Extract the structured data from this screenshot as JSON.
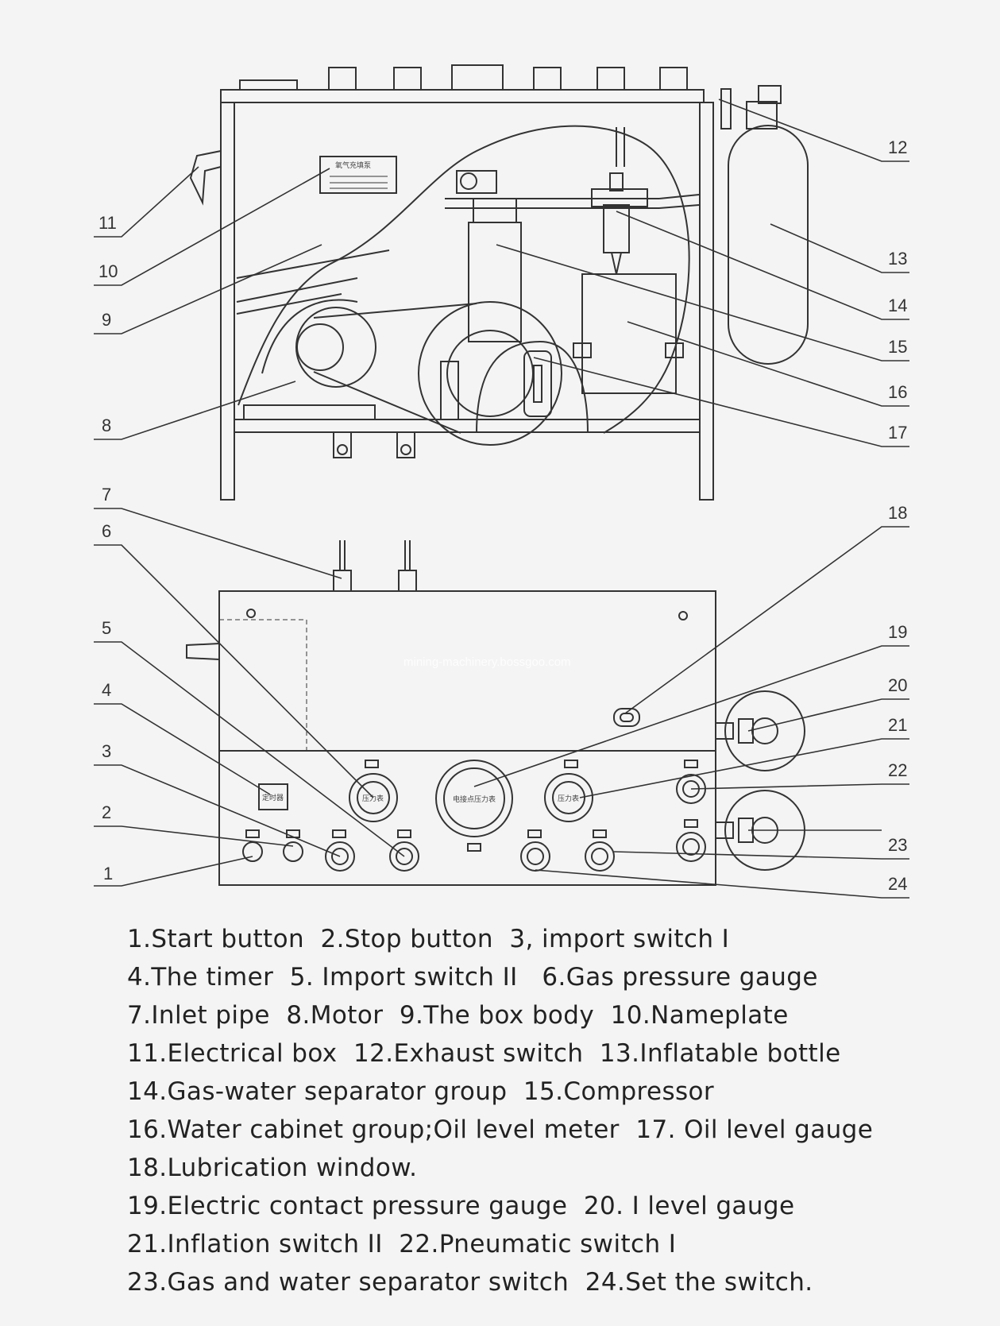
{
  "callouts": [
    "1",
    "2",
    "3",
    "4",
    "5",
    "6",
    "7",
    "8",
    "9",
    "10",
    "11",
    "12",
    "13",
    "14",
    "15",
    "16",
    "17",
    "18",
    "19",
    "20",
    "21",
    "22",
    "23",
    "24"
  ],
  "panel_tags": {
    "nameplate": "氧气充填泵",
    "timer": "定时器",
    "gauge_left": "压力表",
    "gauge_center": "电接点压力表",
    "gauge_right": "压力表"
  },
  "watermark": "mining-machinery.bossgoo.com",
  "legend": [
    "1.Start button  2.Stop button  3, import switch Ⅰ",
    "4.The timer  5. Import switch II   6.Gas pressure gauge",
    "7.Inlet pipe  8.Motor  9.The box body  10.Nameplate",
    "11.Electrical box  12.Exhaust switch  13.Inflatable bottle",
    "14.Gas-water separator group  15.Compressor",
    "16.Water cabinet group;Oil level meter  17. Oil level gauge",
    "18.Lubrication window.",
    "19.Electric contact pressure gauge  20. Ⅰ level gauge",
    "21.Inflation switch II  22.Pneumatic switch Ⅰ",
    "23.Gas and water separator switch  24.Set the switch."
  ]
}
